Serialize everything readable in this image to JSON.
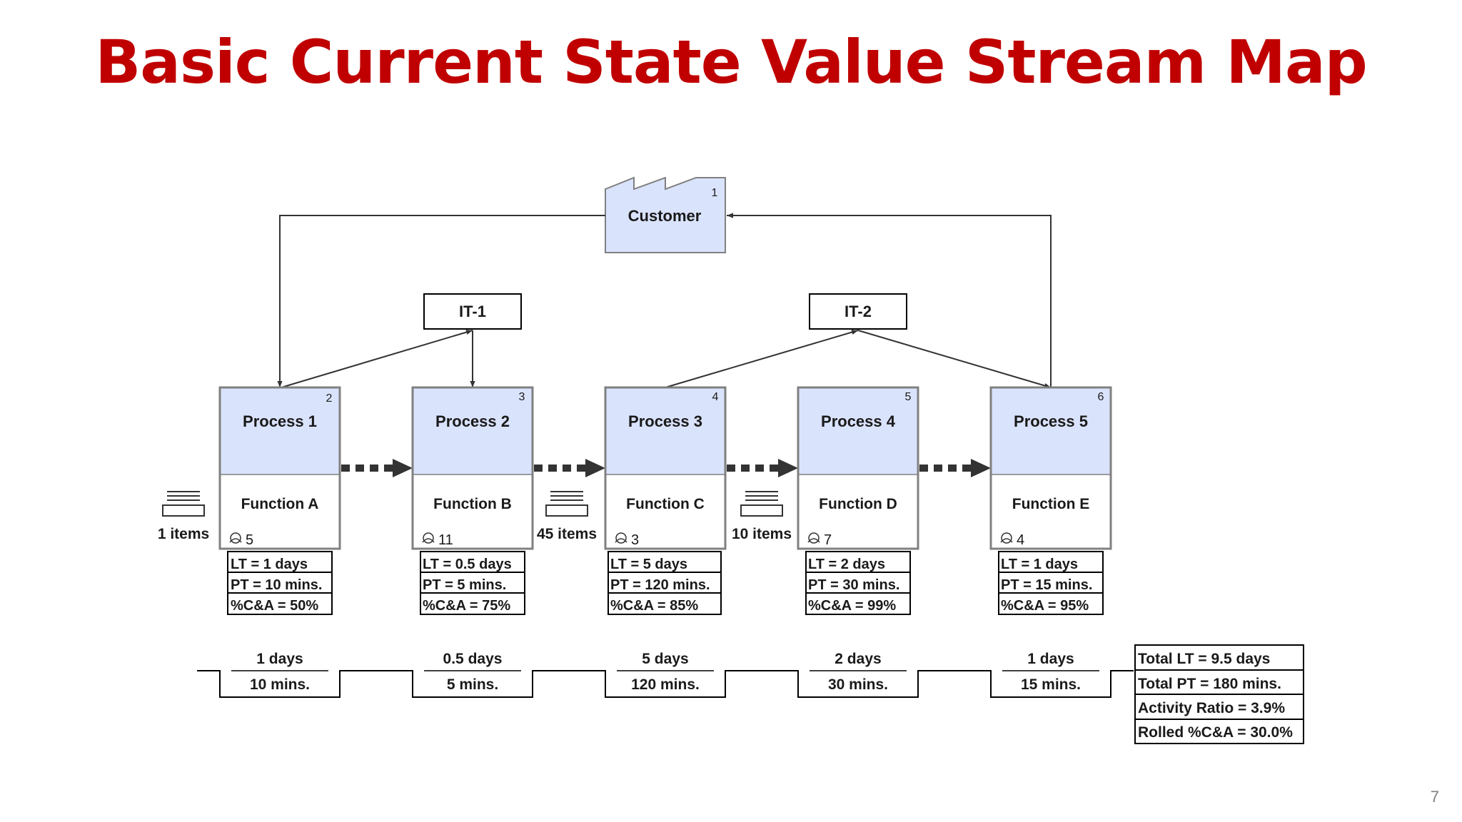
{
  "title": "Basic Current State Value Stream Map",
  "page_number": "7",
  "colors": {
    "title": "#c00000",
    "process_fill": "#dae3fc",
    "border": "#808080",
    "line": "#000000"
  },
  "customer": {
    "label": "Customer",
    "number": "1",
    "icon": "factory-icon"
  },
  "information": [
    {
      "label": "IT-1"
    },
    {
      "label": "IT-2"
    }
  ],
  "processes": [
    {
      "number": "2",
      "name": "Process 1",
      "function": "Function A",
      "operators": "5",
      "lt": "LT = 1 days",
      "pt": "PT = 10 mins.",
      "ca": "%C&A = 50%",
      "timeline_lt": "1 days",
      "timeline_pt": "10 mins."
    },
    {
      "number": "3",
      "name": "Process 2",
      "function": "Function B",
      "operators": "11",
      "lt": "LT = 0.5 days",
      "pt": "PT = 5 mins.",
      "ca": "%C&A = 75%",
      "timeline_lt": "0.5 days",
      "timeline_pt": "5 mins."
    },
    {
      "number": "4",
      "name": "Process 3",
      "function": "Function C",
      "operators": "3",
      "lt": "LT = 5 days",
      "pt": "PT = 120 mins.",
      "ca": "%C&A = 85%",
      "timeline_lt": "5 days",
      "timeline_pt": "120 mins."
    },
    {
      "number": "5",
      "name": "Process 4",
      "function": "Function D",
      "operators": "7",
      "lt": "LT = 2 days",
      "pt": "PT = 30 mins.",
      "ca": "%C&A = 99%",
      "timeline_lt": "2 days",
      "timeline_pt": "30 mins."
    },
    {
      "number": "6",
      "name": "Process 5",
      "function": "Function E",
      "operators": "4",
      "lt": "LT = 1 days",
      "pt": "PT = 15 mins.",
      "ca": "%C&A = 95%",
      "timeline_lt": "1 days",
      "timeline_pt": "15 mins."
    }
  ],
  "inventory": [
    {
      "label": "1 items"
    },
    {
      "label": "45 items"
    },
    {
      "label": "10 items"
    }
  ],
  "summary": {
    "total_lt": "Total LT = 9.5 days",
    "total_pt": "Total PT = 180 mins.",
    "activity_ratio": "Activity Ratio = 3.9%",
    "rolled_ca": "Rolled %C&A = 30.0%"
  }
}
